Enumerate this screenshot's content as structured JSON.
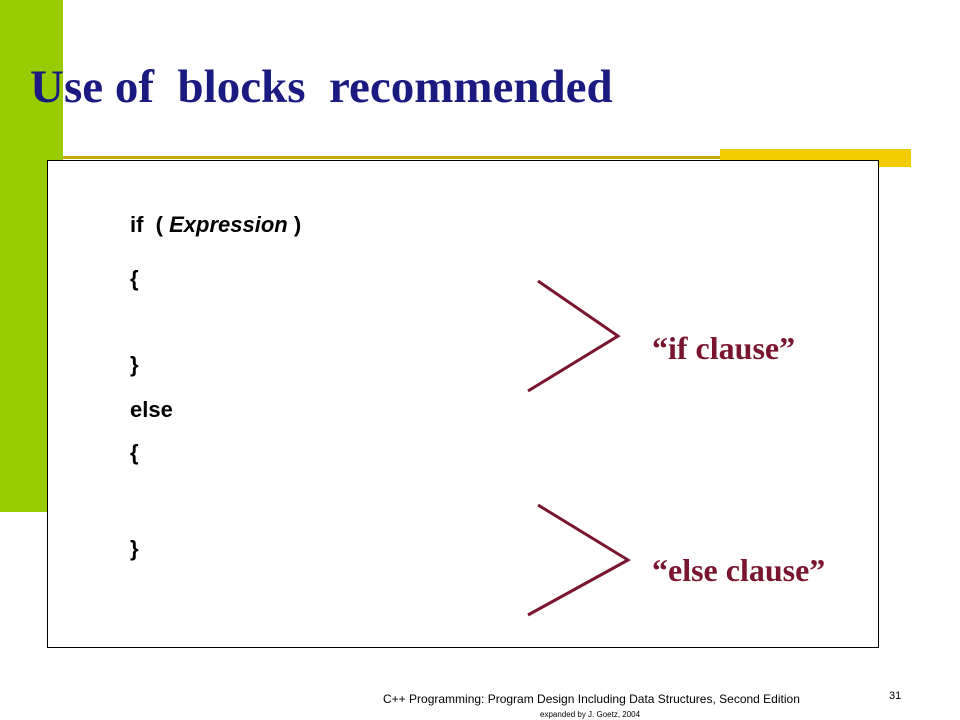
{
  "slide": {
    "title": "Use of  blocks  recommended",
    "code": {
      "if_kw": "if  ( ",
      "expression": "Expression",
      "if_close": " )",
      "open1": "{",
      "close1": "}",
      "else_kw": "else",
      "open2": "{",
      "close2": "}"
    },
    "labels": {
      "if_clause": "“if clause”",
      "else_clause": "“else clause”"
    },
    "footer": {
      "main": "C++ Programming: Program Design Including Data Structures, Second Edition",
      "sub": "expanded by J. Goetz, 2004",
      "page_number": "31"
    },
    "colors": {
      "accent_green": "#99cc00",
      "accent_yellow": "#f2cc00",
      "title_navy": "#1a1a80",
      "label_maroon": "#7a1530"
    }
  }
}
